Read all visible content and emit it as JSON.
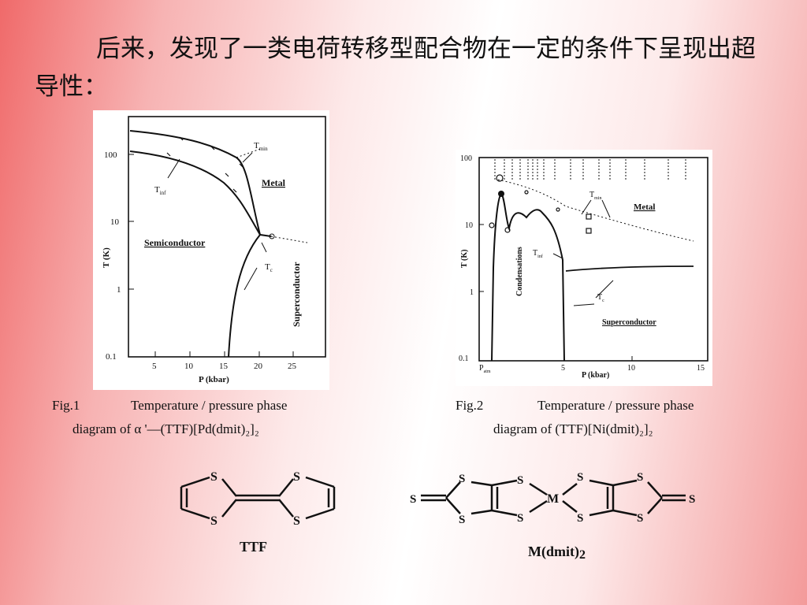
{
  "slide": {
    "heading": "后来，发现了一类电荷转移型配合物在一定的条件下呈现出超导性："
  },
  "figure1": {
    "y_tick_labels": [
      "100",
      "10",
      "1",
      "0.1"
    ],
    "x_tick_labels": [
      "5",
      "10",
      "15",
      "20",
      "25"
    ],
    "xlabel": "P (kbar)",
    "ylabel": "T (K)",
    "regions": {
      "metal": "Metal",
      "semiconductor": "Semiconductor",
      "superconductor": "Superconductor"
    },
    "annotations": {
      "tmin": "T",
      "tmin_sub": "min",
      "tinf": "T",
      "tinf_sub": "inf",
      "tc": "T",
      "tc_sub": "c"
    },
    "caption_fig": "Fig.1",
    "caption_line1": "Temperature / pressure phase",
    "caption_line2": "diagram of  α '—(TTF)[Pd(dmit)₂]₂"
  },
  "figure2": {
    "y_tick_labels": [
      "100",
      "10",
      "1",
      "0.1"
    ],
    "x_tick_labels": [
      "P",
      "5",
      "10",
      "15"
    ],
    "x_first_sub": "atm",
    "xlabel": "P (kbar)",
    "ylabel": "T (K)",
    "regions": {
      "metal": "Metal",
      "condensation": "Condensations",
      "superconductor": "Superconductor"
    },
    "annotations": {
      "tmin": "T",
      "tmin_sub": "min",
      "tinf": "T",
      "tinf_sub": "inf",
      "tc": "T",
      "tc_sub": "c"
    },
    "caption_fig": "Fig.2",
    "caption_line1": "Temperature / pressure phase",
    "caption_line2": "diagram of (TTF)[Ni(dmit)₂]₂"
  },
  "molecules": {
    "ttf": {
      "name": "TTF",
      "atom_s": "S"
    },
    "mdmit": {
      "name": "M(dmit)",
      "name_sub": "2",
      "atom_s": "S",
      "atom_m": "M"
    }
  }
}
